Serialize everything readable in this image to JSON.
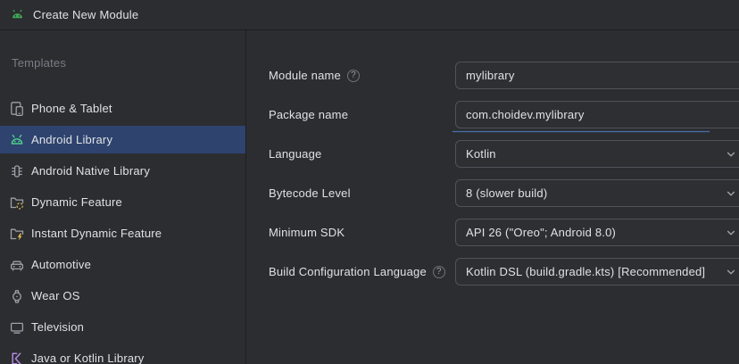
{
  "window": {
    "title": "Create New Module",
    "app_icon": "android-icon"
  },
  "sidebar": {
    "section_label": "Templates",
    "items": [
      {
        "id": "phone-tablet",
        "label": "Phone & Tablet",
        "icon": "phone-tablet-icon",
        "selected": false
      },
      {
        "id": "android-library",
        "label": "Android Library",
        "icon": "android-library-icon",
        "selected": true
      },
      {
        "id": "android-native-library",
        "label": "Android Native Library",
        "icon": "native-library-icon",
        "selected": false
      },
      {
        "id": "dynamic-feature",
        "label": "Dynamic Feature",
        "icon": "dynamic-feature-icon",
        "selected": false
      },
      {
        "id": "instant-dynamic-feature",
        "label": "Instant Dynamic Feature",
        "icon": "instant-dynamic-feature-icon",
        "selected": false
      },
      {
        "id": "automotive",
        "label": "Automotive",
        "icon": "automotive-icon",
        "selected": false
      },
      {
        "id": "wear-os",
        "label": "Wear OS",
        "icon": "wear-os-icon",
        "selected": false
      },
      {
        "id": "television",
        "label": "Television",
        "icon": "television-icon",
        "selected": false
      },
      {
        "id": "java-kotlin-library",
        "label": "Java or Kotlin Library",
        "icon": "java-kotlin-icon",
        "selected": false
      }
    ]
  },
  "form": {
    "rows": [
      {
        "id": "module-name-input",
        "label": "Module name",
        "type": "text",
        "value": "mylibrary",
        "has_help": true,
        "underlined": false
      },
      {
        "id": "package-name-input",
        "label": "Package name",
        "type": "text",
        "value": "com.choidev.mylibrary",
        "has_help": false,
        "underlined": true
      },
      {
        "id": "language-select",
        "label": "Language",
        "type": "select",
        "value": "Kotlin",
        "has_help": false,
        "underlined": false
      },
      {
        "id": "bytecode-level-select",
        "label": "Bytecode Level",
        "type": "select",
        "value": "8 (slower build)",
        "has_help": false,
        "underlined": false
      },
      {
        "id": "minimum-sdk-select",
        "label": "Minimum SDK",
        "type": "select",
        "value": "API 26 (\"Oreo\"; Android 8.0)",
        "has_help": false,
        "underlined": false
      },
      {
        "id": "build-configuration-language-select",
        "label": "Build Configuration Language",
        "type": "select",
        "value": "Kotlin DSL (build.gradle.kts) [Recommended]",
        "has_help": true,
        "underlined": false
      }
    ]
  },
  "colors": {
    "window_bg": "#2b2d30",
    "divider": "#1e1f22",
    "text_primary": "#dfe1e5",
    "text_muted": "#797d85",
    "selection_bg": "#2e436e",
    "field_border": "#50535a",
    "focus_underline": "#4a6da8",
    "android_green_title": "#3fa655",
    "android_green_selected": "#4fd08c",
    "icon_gray": "#9ca1a8",
    "accent_yellow": "#e2bd52",
    "accent_purple": "#b189e0"
  }
}
